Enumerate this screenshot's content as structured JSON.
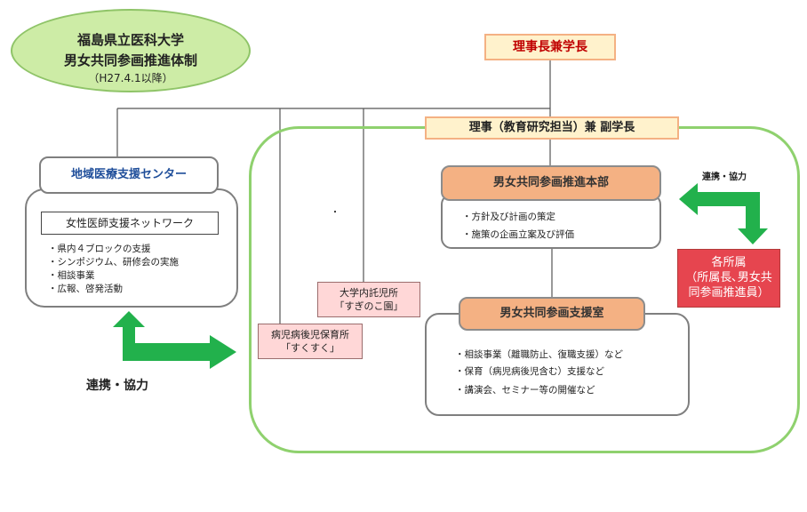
{
  "title": {
    "line1": "福島県立医科大学",
    "line2": "男女共同参画推進体制",
    "line3": "（H27.4.1以降）"
  },
  "president": "理事長兼学長",
  "vice_president": "理事（教育研究担当）兼 副学長",
  "regional_center": {
    "header": "地域医療支援センター",
    "network": "女性医師支援ネットワーク",
    "items": [
      "・県内４ブロックの支援",
      "・シンポジウム、研修会の実施",
      "・相談事業",
      "・広報、啓発活動"
    ]
  },
  "headquarters": {
    "header": "男女共同参画推進本部",
    "items": [
      "・方針及び計画の策定",
      "・施策の企画立案及び評価"
    ]
  },
  "support_office": {
    "header": "男女共同参画支援室",
    "items": [
      "・相談事業（離職防止、復職支援）など",
      "・保育（病児病後児含む）支援など",
      "・講演会、セミナー等の開催など"
    ]
  },
  "nursery_sugi": {
    "line1": "大学内託児所",
    "line2": "「すぎのこ園」"
  },
  "nursery_suku": {
    "line1": "病児病後児保育所",
    "line2": "「すくすく」"
  },
  "departments": {
    "line1": "各所属",
    "line2": "（所属長､男女共",
    "line3": "同参画推進員）"
  },
  "cooperation_small": "連携・協力",
  "cooperation_large": "連携・協力",
  "dot": "・",
  "colors": {
    "green_border": "#8fd16e",
    "arrow_green": "#22b14c",
    "header_orange": "#f4b183",
    "dept_red": "#e6454f",
    "nursery_pink": "#ffd7d7",
    "title_green": "#cdeca6",
    "president_red": "#c00000",
    "center_blue": "#1f4e9a"
  }
}
